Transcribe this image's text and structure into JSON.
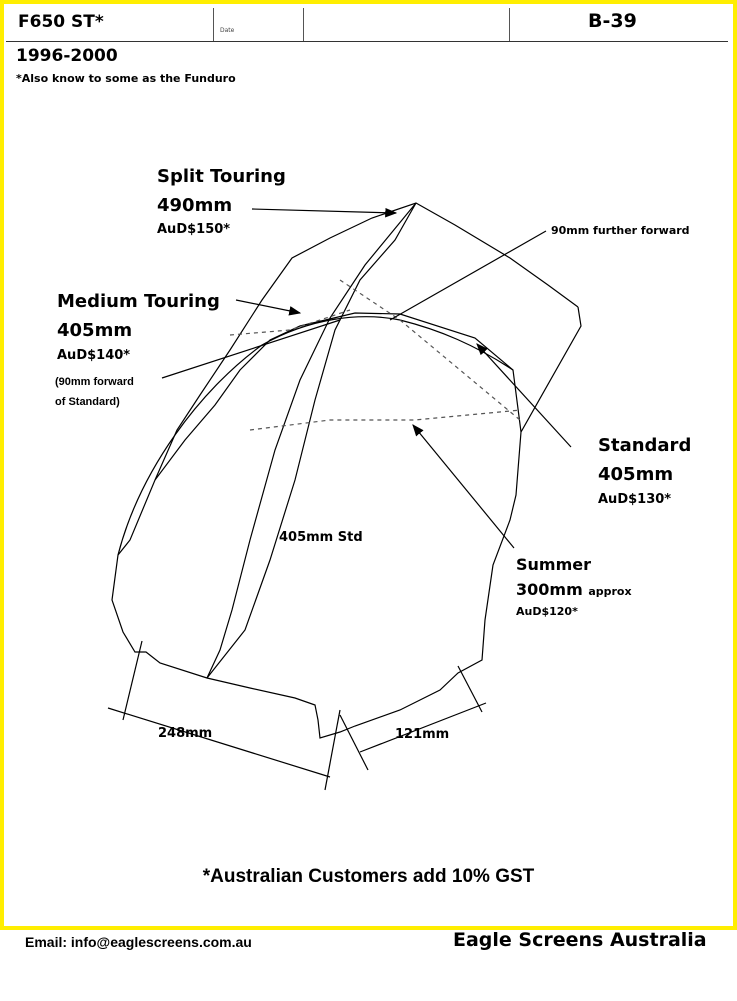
{
  "header": {
    "model": "F650 ST*",
    "date_label": "Date",
    "reference": "B-39",
    "years": "1996-2000",
    "note": "*Also know to some as the Funduro"
  },
  "screens": {
    "split_touring": {
      "name": "Split Touring",
      "height": "490mm",
      "price": "AuD$150*"
    },
    "medium_touring": {
      "name": "Medium Touring",
      "height": "405mm",
      "price": "AuD$140*",
      "note_line1": "(90mm forward",
      "note_line2": "of Standard)"
    },
    "standard": {
      "name": "Standard",
      "height": "405mm",
      "price": "AuD$130*"
    },
    "summer": {
      "name": "Summer",
      "height": "300mm",
      "approx": "approx",
      "price": "AuD$120*"
    }
  },
  "annotations": {
    "further_forward": "90mm further forward",
    "std_height": "405mm Std",
    "width_left": "248mm",
    "width_right": "121mm"
  },
  "footer": {
    "gst": "*Australian Customers add 10% GST",
    "email": "Email: info@eaglescreens.com.au",
    "company": "Eagle Screens Australia"
  },
  "colors": {
    "frame": "#ffee00",
    "ink": "#000000"
  }
}
